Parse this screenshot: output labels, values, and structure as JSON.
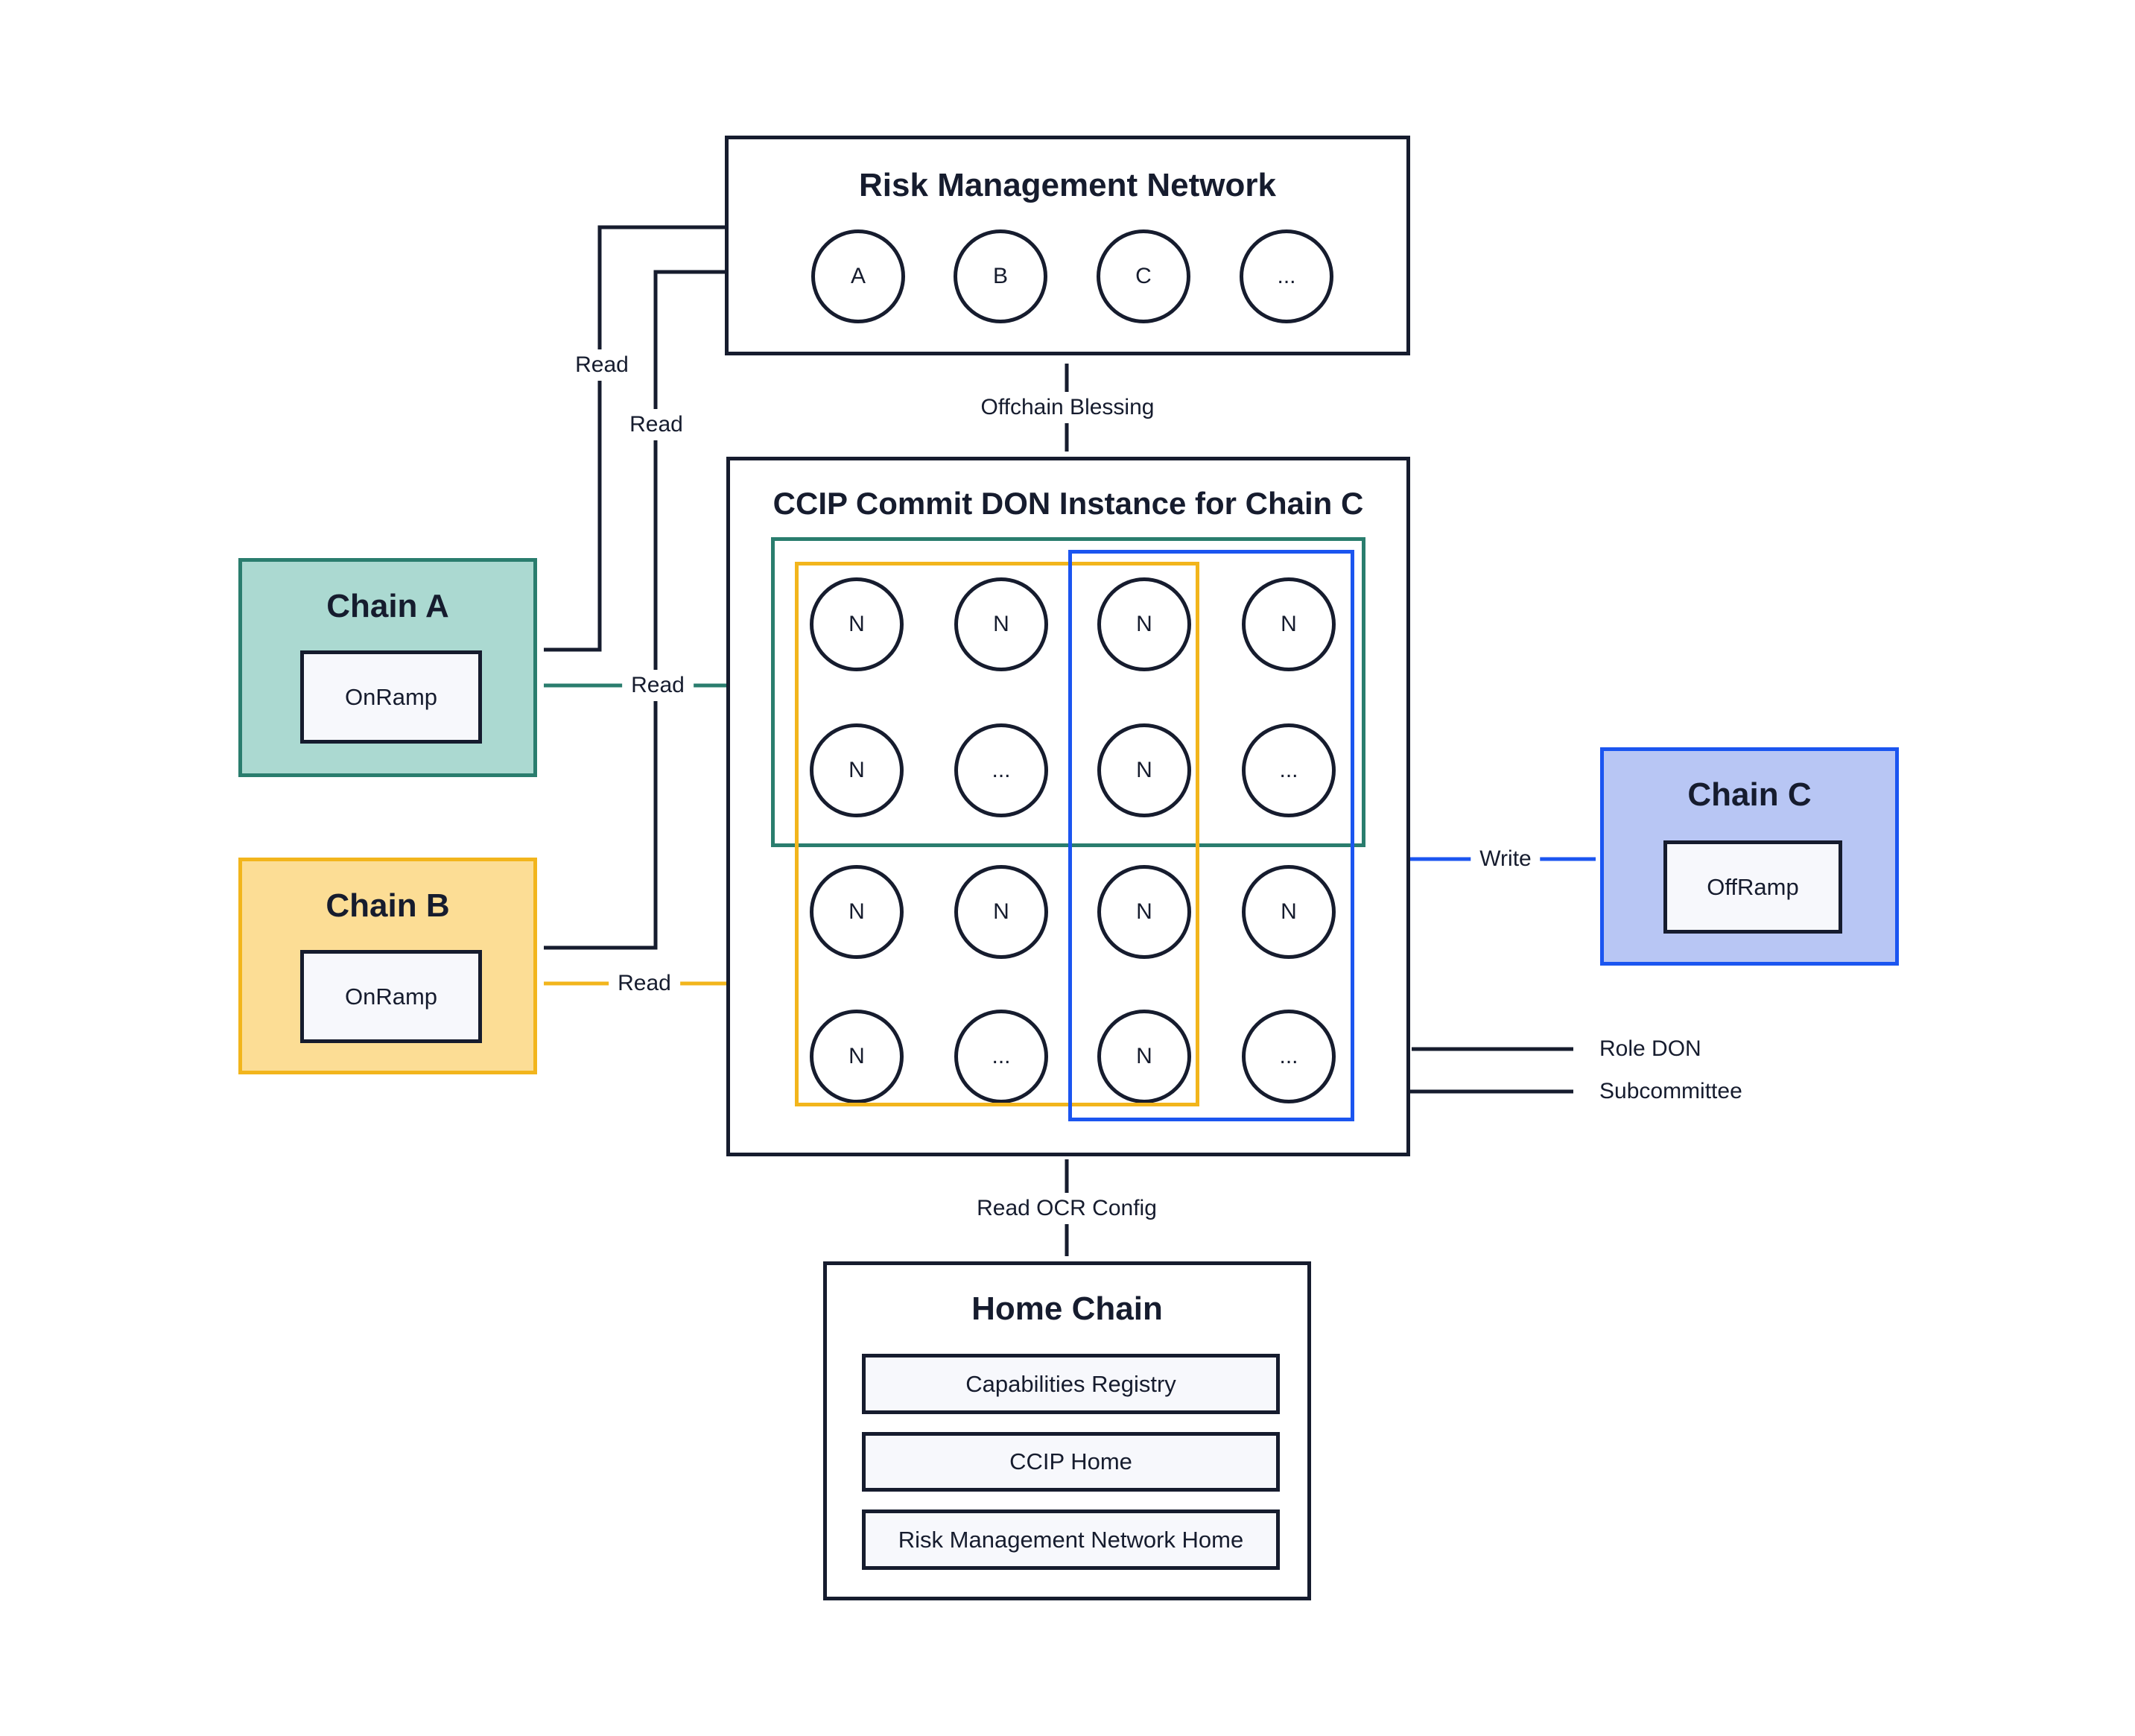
{
  "colors": {
    "dark_navy": "#161c2e",
    "teal": "#2a7d6e",
    "teal_fill": "#abd9d1",
    "yellow": "#f2b51c",
    "yellow_fill": "#fcdd95",
    "blue": "#1b55f0",
    "blue_fill": "#b8c6f4",
    "contract_fill": "#f7f8fc"
  },
  "rmn": {
    "title": "Risk Management Network",
    "nodes": [
      "A",
      "B",
      "C",
      "..."
    ]
  },
  "don": {
    "title": "CCIP Commit DON Instance for Chain C",
    "nodes": [
      "N",
      "N",
      "N",
      "N",
      "N",
      "...",
      "N",
      "...",
      "N",
      "N",
      "N",
      "N",
      "N",
      "...",
      "N",
      "..."
    ]
  },
  "chain_a": {
    "title": "Chain A",
    "contract": "OnRamp"
  },
  "chain_b": {
    "title": "Chain B",
    "contract": "OnRamp"
  },
  "chain_c": {
    "title": "Chain C",
    "contract": "OffRamp"
  },
  "home_chain": {
    "title": "Home Chain",
    "contracts": [
      "Capabilities Registry",
      "CCIP Home",
      "Risk Management Network Home"
    ]
  },
  "edge_labels": {
    "read_rmn_to_chain_a": "Read",
    "read_rmn_to_chain_b": "Read",
    "read_don_to_chain_a": "Read",
    "read_don_to_chain_b": "Read",
    "write_to_chain_c": "Write",
    "offchain_blessing": "Offchain Blessing",
    "read_ocr_config": "Read OCR Config",
    "role_don": "Role DON",
    "subcommittee": "Subcommittee"
  }
}
